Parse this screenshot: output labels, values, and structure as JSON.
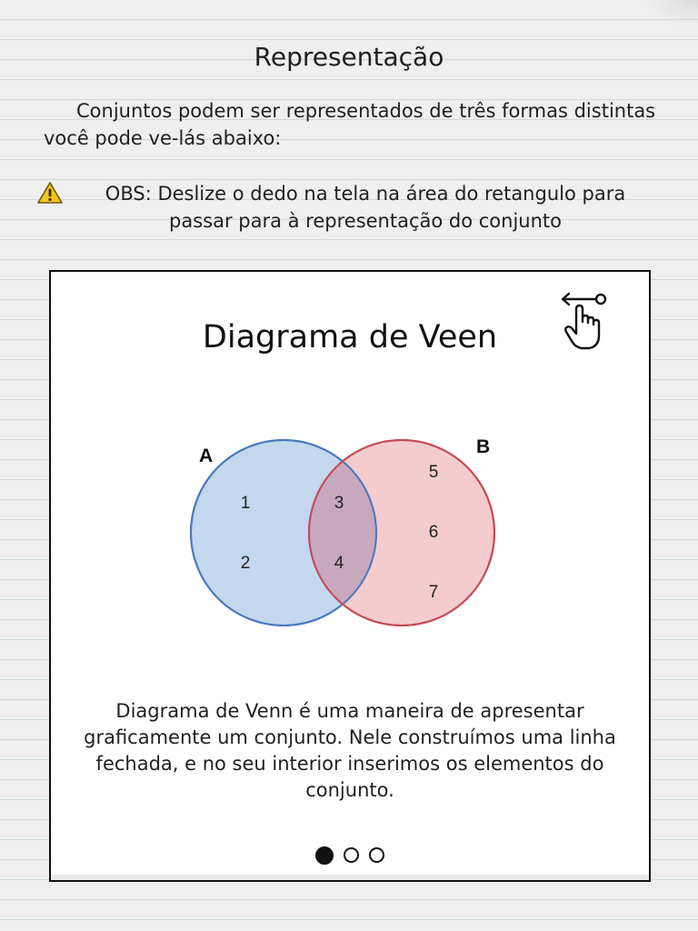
{
  "page": {
    "title": "Representação",
    "intro": "Conjuntos podem ser representados de três formas distintas você pode ve-lás abaixo:",
    "obs": "OBS: Deslize o dedo na tela na área do retangulo para passar para à  representação do conjunto",
    "obs_icon": "warning-icon"
  },
  "card": {
    "title": "Diagrama de Veen",
    "swipe_icon": "swipe-left-hand-icon",
    "diagram": {
      "set_a": {
        "label": "A",
        "elements": [
          "1",
          "2"
        ],
        "color": "#c3d7ee",
        "stroke": "#4a78bd"
      },
      "set_b": {
        "label": "B",
        "elements": [
          "5",
          "6",
          "7"
        ],
        "color": "#f3c6c8",
        "stroke": "#c64a55"
      },
      "intersection": {
        "elements": [
          "3",
          "4"
        ],
        "color": "#c8a8bf"
      }
    },
    "description": "Diagrama de Venn é uma maneira de apresentar graficamente um conjunto. Nele construímos uma linha fechada, e no seu interior inserimos os elementos do conjunto.",
    "pagination": {
      "total": 3,
      "active": 1
    }
  }
}
